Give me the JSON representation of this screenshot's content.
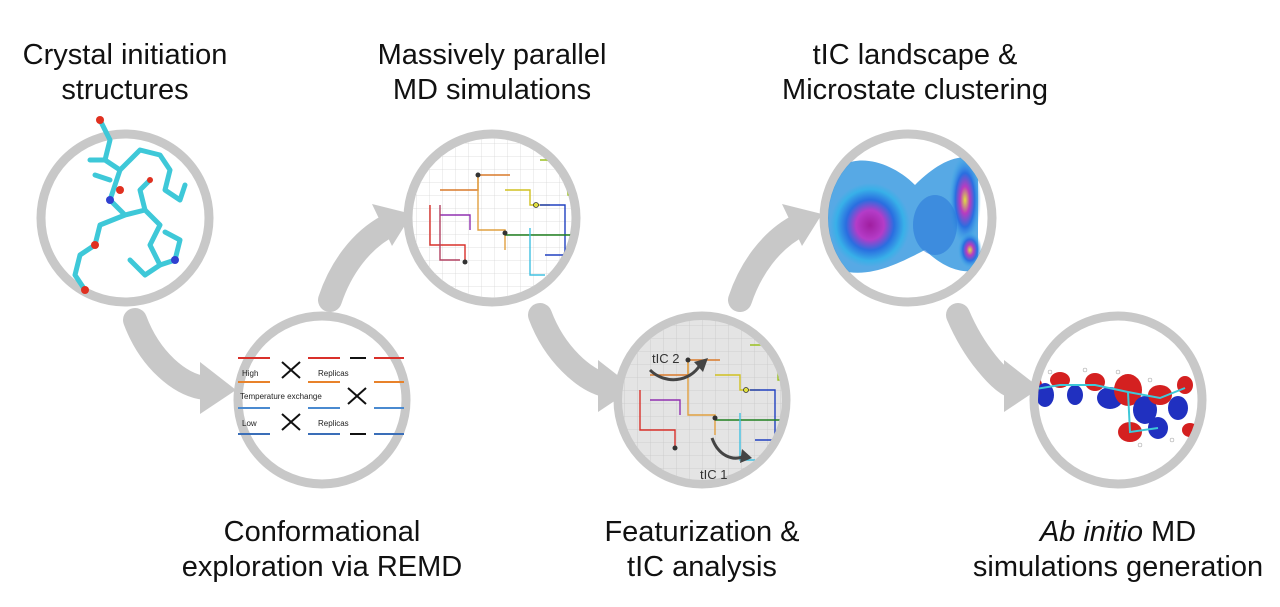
{
  "stages": [
    {
      "line1": "Crystal initiation",
      "line2": "structures"
    },
    {
      "line1": "Conformational",
      "line2": "exploration via REMD"
    },
    {
      "line1": "Massively parallel",
      "line2": "MD simulations"
    },
    {
      "line1": "Featurization &",
      "line2": "tIC analysis"
    },
    {
      "line1": "tIC landscape &",
      "line2": "Microstate clustering"
    },
    {
      "line1_italic": "Ab initio",
      "line1_rest": " MD",
      "line2": "simulations generation"
    }
  ],
  "remd": {
    "high": "High",
    "temperature_exchange": "Temperature exchange",
    "low": "Low",
    "replicas_top": "Replicas",
    "replicas_bottom": "Replicas"
  },
  "tica": {
    "tic2": "tIC 2",
    "tic1": "tIC 1"
  },
  "colors": {
    "ring": "#c8c8c8",
    "arrow": "#c8c8c8",
    "molecule": "#3ec8d8",
    "red_arrow": "#d9302a",
    "orange_arrow": "#e8822a",
    "blue_arrow": "#4a8ad0",
    "grey_blue_arrow": "#6a8fb5"
  }
}
